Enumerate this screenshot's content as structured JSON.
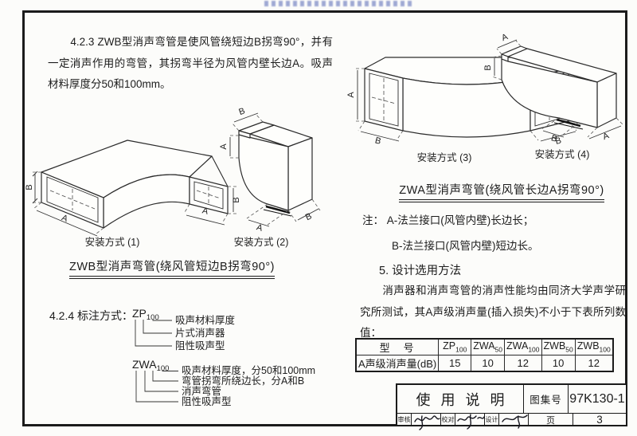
{
  "sections": {
    "p423": "4.2.3  ZWB型消声弯管是使风管绕短边B拐弯90°，并有一定消声作用的弯管，其拐弯半径为风管内壁长边A。吸声材料厚度分50和100mm。",
    "p424_label": "4.2.4  标注方式：",
    "h5": "5.  设计选用方法",
    "p5": "消声器和消声弯管的消声性能均由同济大学声学研究所测试，其A声级消声量(插入损失)不小于下表所列数值：",
    "note_label": "注：",
    "note_a": "A-法兰接口(风管内壁)长边长；",
    "note_b": "B-法兰接口(风管内壁)短边长。"
  },
  "figures": {
    "zwb": {
      "caption1": "安装方式 (1)",
      "caption2": "安装方式 (2)",
      "title": "ZWB型消声弯管(绕风管短边B拐弯90°)"
    },
    "zwa": {
      "caption3": "安装方式 (3)",
      "caption4": "安装方式 (4)",
      "title": "ZWA型消声弯管(绕风管长边A拐弯90°)"
    },
    "dims": {
      "a": "A",
      "b": "B"
    }
  },
  "notation": {
    "zp": {
      "prefix": "ZP",
      "sub": "100",
      "labels": [
        "吸声材料厚度",
        "片式消声器",
        "阻性吸声型"
      ]
    },
    "zwa": {
      "prefix": "ZWA",
      "sub": "100",
      "labels": [
        "吸声材料厚度，分50和100mm",
        "弯管拐弯所绕边长，分A和B",
        "消声弯管",
        "阻性吸声型"
      ]
    }
  },
  "table": {
    "col0_header": "型　号",
    "row_label": "A声级消声量(dB)",
    "models": [
      {
        "prefix": "ZP",
        "sub": "100"
      },
      {
        "prefix": "ZWA",
        "sub": "50"
      },
      {
        "prefix": "ZWA",
        "sub": "100"
      },
      {
        "prefix": "ZWB",
        "sub": "50"
      },
      {
        "prefix": "ZWB",
        "sub": "100"
      }
    ],
    "values": [
      "15",
      "10",
      "12",
      "10",
      "12"
    ]
  },
  "title_block": {
    "title": "使用说明",
    "atlas_label": "图集号",
    "atlas_number": "97K130-1",
    "page_label": "页",
    "page_number": "3",
    "review_label": "审核",
    "proof_label": "校对",
    "design_label": "设计"
  }
}
